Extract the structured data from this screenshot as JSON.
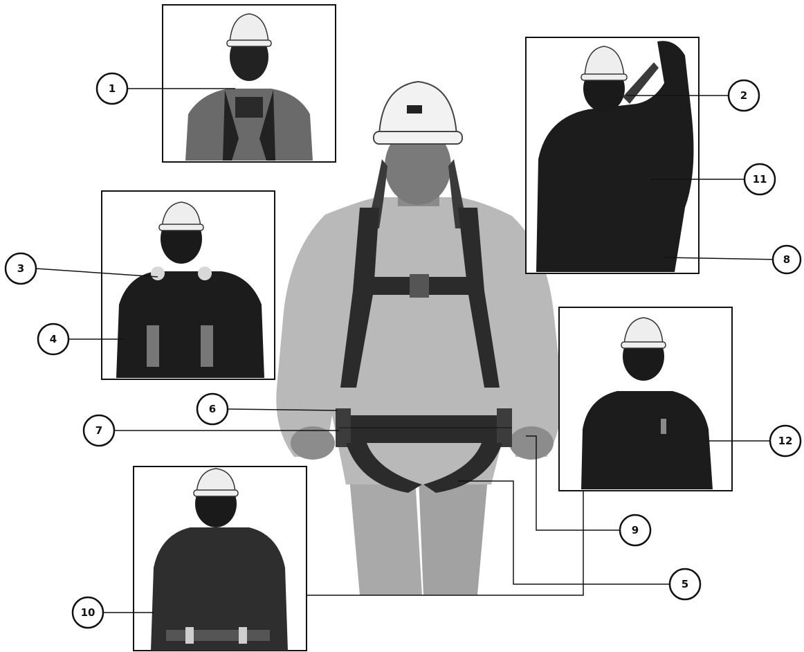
{
  "callouts": [
    {
      "id": "1",
      "label": "1"
    },
    {
      "id": "2",
      "label": "2"
    },
    {
      "id": "3",
      "label": "3"
    },
    {
      "id": "4",
      "label": "4"
    },
    {
      "id": "5",
      "label": "5"
    },
    {
      "id": "6",
      "label": "6"
    },
    {
      "id": "7",
      "label": "7"
    },
    {
      "id": "8",
      "label": "8"
    },
    {
      "id": "9",
      "label": "9"
    },
    {
      "id": "10",
      "label": "10"
    },
    {
      "id": "11",
      "label": "11"
    },
    {
      "id": "12",
      "label": "12"
    }
  ],
  "colors": {
    "ink": "#111111",
    "shirt": "#b9b9b9",
    "jacket": "#1c1c1c",
    "harness": "#2b2b2b",
    "helmet": "#f2f2f2"
  },
  "panels": [
    {
      "id": "chest-strap-panel",
      "view": "front"
    },
    {
      "id": "back-dring-panel",
      "view": "back"
    },
    {
      "id": "shoulder-pads-panel",
      "view": "front"
    },
    {
      "id": "torso-adjust-panel",
      "view": "front"
    },
    {
      "id": "jacket-front-panel",
      "view": "front"
    },
    {
      "id": "lower-torso-panel",
      "view": "front"
    }
  ]
}
